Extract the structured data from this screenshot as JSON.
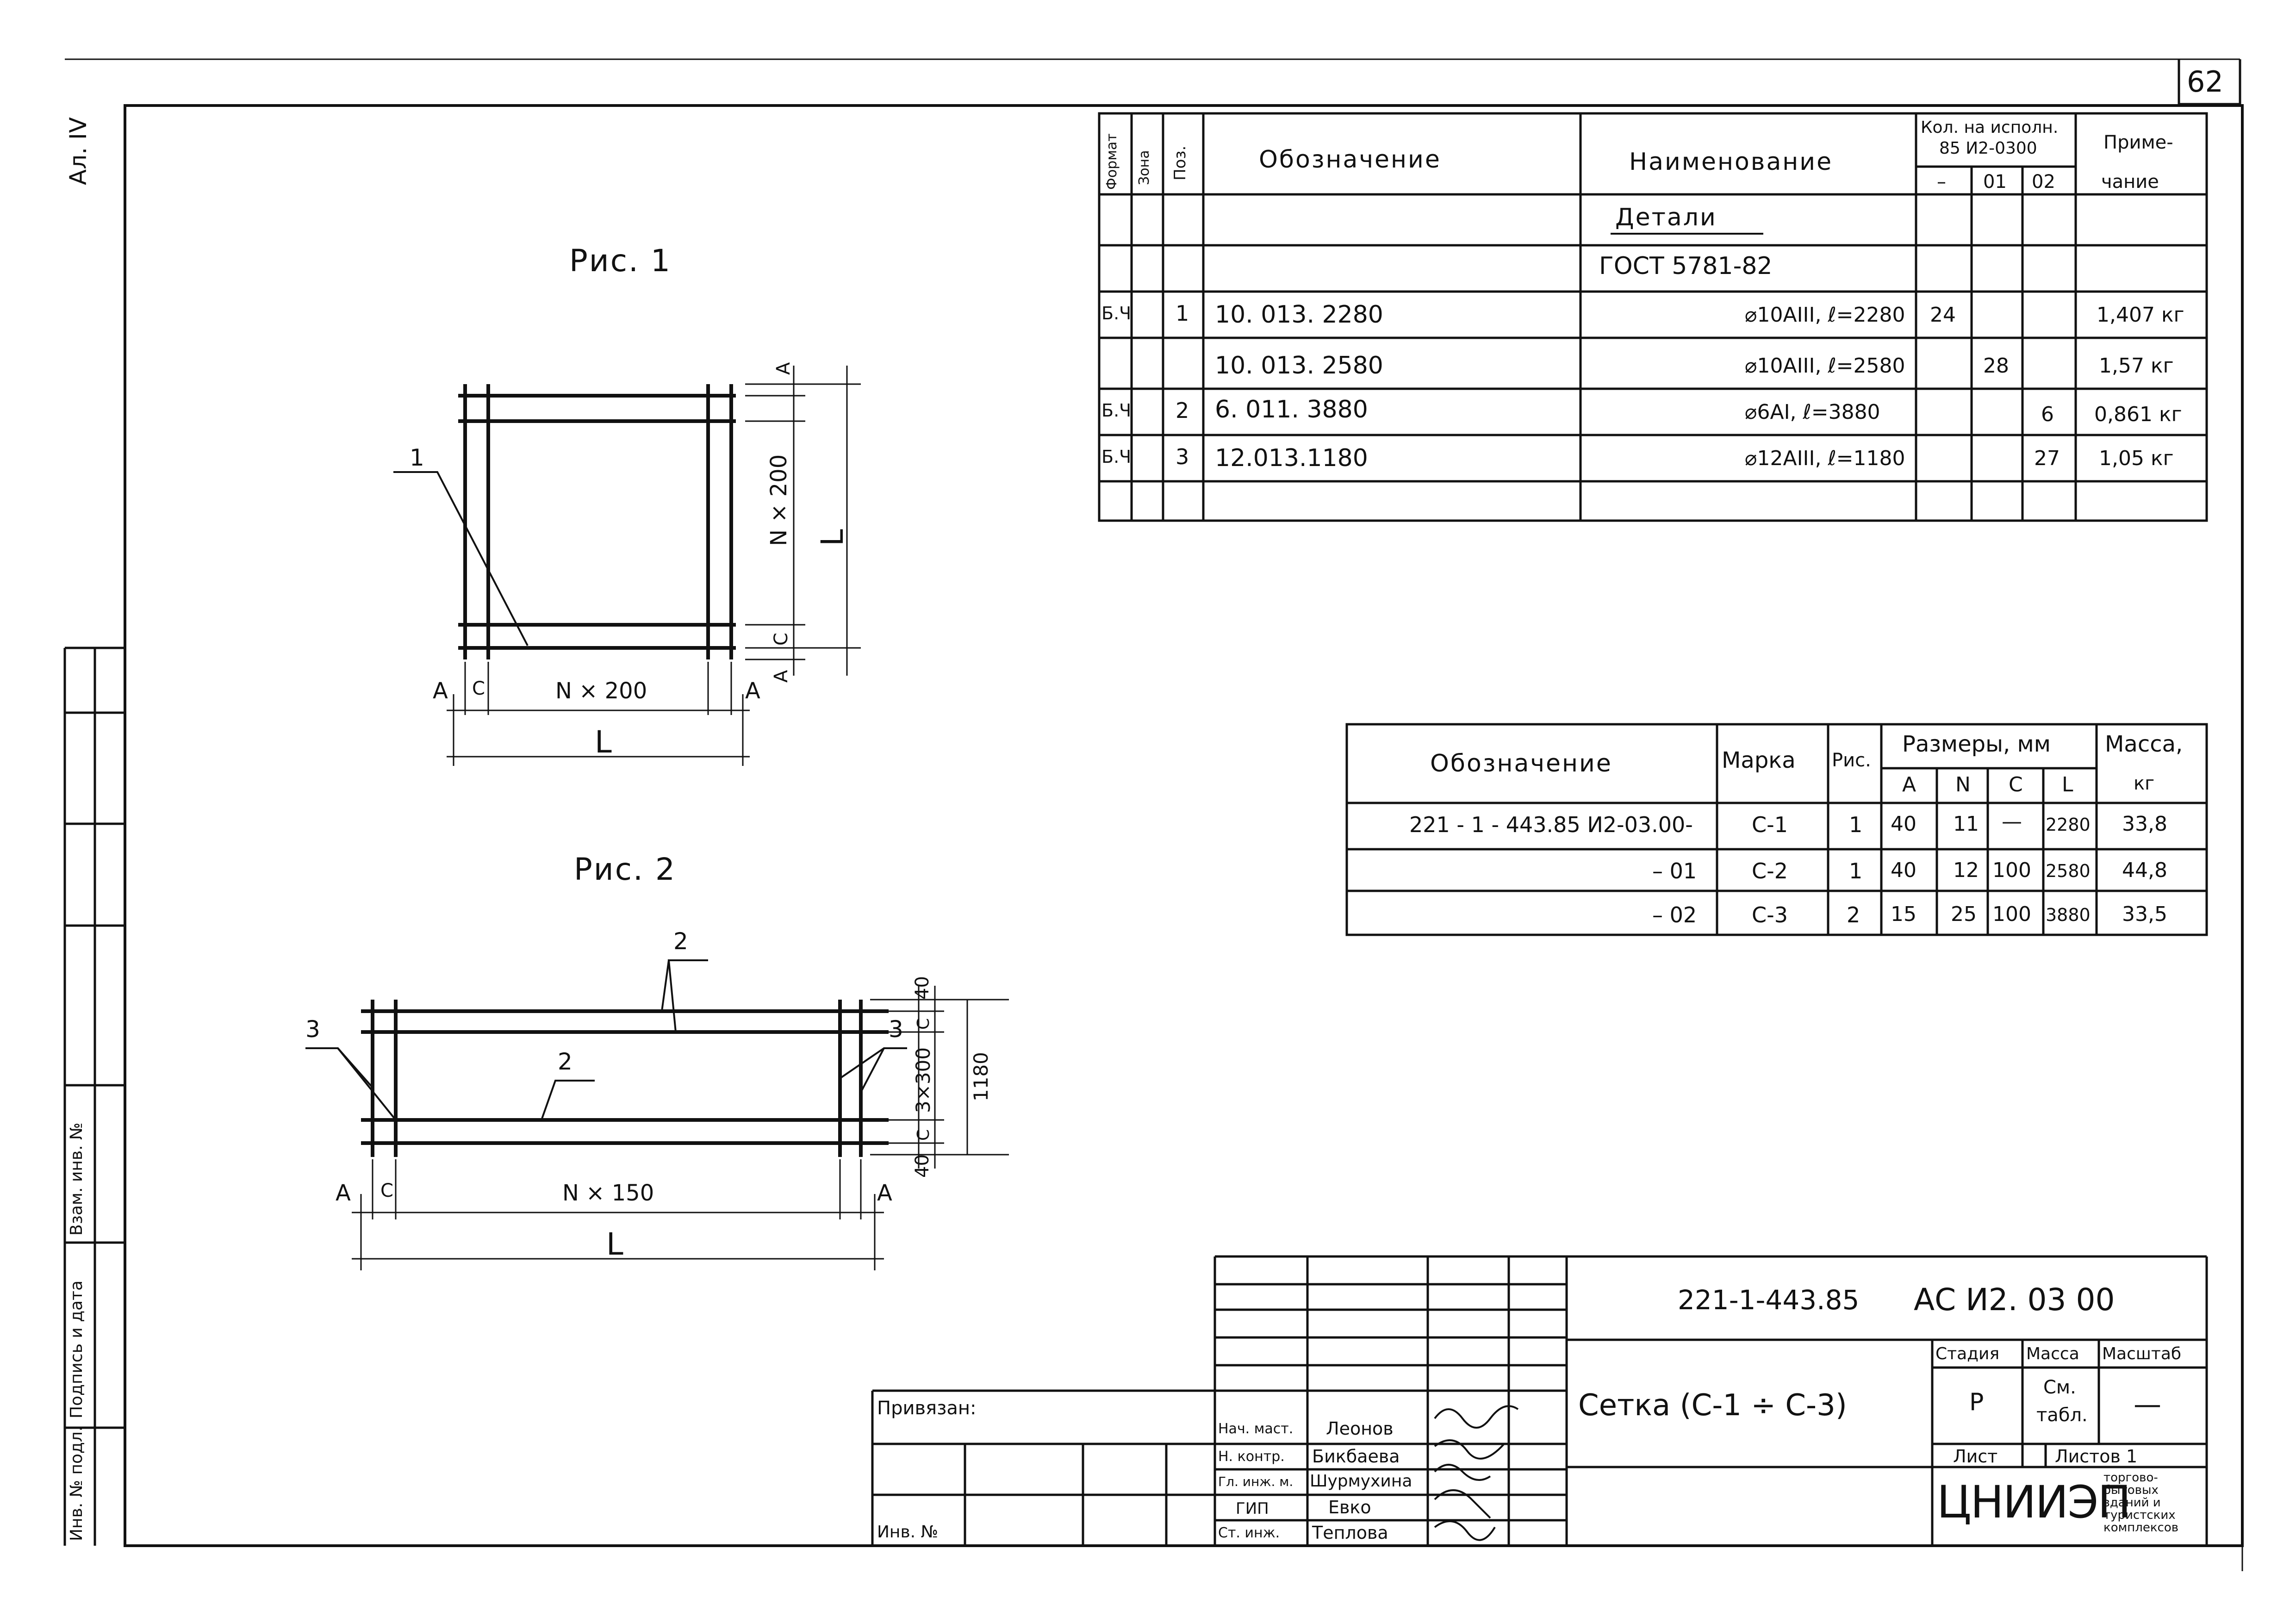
{
  "sheet": {
    "sheet_number": "62",
    "album_label": "Ал. IV"
  },
  "spec_table": {
    "headers": {
      "format": "Формат",
      "zone": "Зона",
      "pos": "Поз.",
      "designation": "Обозначение",
      "name": "Наименование",
      "qty_title_1": "Кол. на исполн.",
      "qty_title_2": "85 И2-0300",
      "qty_cols": [
        "–",
        "01",
        "02"
      ],
      "note_1": "Приме-",
      "note_2": "чание"
    },
    "section_title": "Детали",
    "standard": "ГОСТ 5781-82",
    "rows": [
      {
        "format": "Б.Ч",
        "pos": "1",
        "designation": "10. 013. 2280",
        "name": "⌀10АIII, ℓ=2280",
        "q0": "24",
        "q1": "",
        "q2": "",
        "note": "1,407 кг"
      },
      {
        "format": "",
        "pos": "",
        "designation": "10. 013. 2580",
        "name": "⌀10АIII, ℓ=2580",
        "q0": "",
        "q1": "28",
        "q2": "",
        "note": "1,57 кг"
      },
      {
        "format": "Б.Ч",
        "pos": "2",
        "designation": "6. 011. 3880",
        "name": "⌀6АI, ℓ=3880",
        "q0": "",
        "q1": "",
        "q2": "6",
        "note": "0,861 кг"
      },
      {
        "format": "Б.Ч",
        "pos": "3",
        "designation": "12.013.1180",
        "name": "⌀12АIII, ℓ=1180",
        "q0": "",
        "q1": "",
        "q2": "27",
        "note": "1,05 кг"
      }
    ]
  },
  "marks_table": {
    "headers": {
      "designation": "Обозначение",
      "mark": "Марка",
      "fig": "Рис.",
      "sizes": "Размеры, мм",
      "size_cols": [
        "А",
        "N",
        "С",
        "L"
      ],
      "mass_1": "Масса,",
      "mass_2": "кг"
    },
    "rows": [
      {
        "designation": "221 - 1 - 443.85 И2-03.00-",
        "mark": "С-1",
        "fig": "1",
        "A": "40",
        "N": "11",
        "C": "—",
        "L": "2280",
        "mass": "33,8"
      },
      {
        "designation": "– 01",
        "mark": "С-2",
        "fig": "1",
        "A": "40",
        "N": "12",
        "C": "100",
        "L": "2580",
        "mass": "44,8"
      },
      {
        "designation": "– 02",
        "mark": "С-3",
        "fig": "2",
        "A": "15",
        "N": "25",
        "C": "100",
        "L": "3880",
        "mass": "33,5"
      }
    ]
  },
  "figure1": {
    "title": "Рис. 1",
    "leader_label": "1",
    "dim_A": "А",
    "dim_C": "С",
    "dim_N": "N × 200",
    "dim_L": "L",
    "vdim_N": "N × 200",
    "vdim_C": "С",
    "vdim_A": "А",
    "vdim_L": "L"
  },
  "figure2": {
    "title": "Рис. 2",
    "label_2_top": "2",
    "label_2_mid": "2",
    "label_3_left": "3",
    "label_3_right": "3",
    "dim_A_left": "А",
    "dim_C": "С",
    "dim_N": "N × 150",
    "dim_A_right": "А",
    "dim_L": "L",
    "vdim_40_top": "40",
    "vdim_C_top": "С",
    "vdim_3x300": "3×300",
    "vdim_C_bot": "С",
    "vdim_40_bot": "40",
    "vdim_total": "1180"
  },
  "left_strip": {
    "inv_orig": "Инв. № подл.",
    "sign_date": "Подпись и дата",
    "replace_inv": "Взам. инв. №"
  },
  "title_block": {
    "doc_number": "221-1-443.85",
    "doc_code": "АС И2. 03 00",
    "title": "Сетка (С-1 ÷ С-3)",
    "stage_label": "Стадия",
    "mass_label": "Масса",
    "scale_label": "Масштаб",
    "stage": "Р",
    "mass_1": "См.",
    "mass_2": "табл.",
    "scale": "—",
    "sheet_label": "Лист",
    "sheets_label": "Листов 1",
    "org": "ЦНИИЭП",
    "org_desc": [
      "торгово-",
      "бытовых",
      "зданий и",
      "туристских",
      "комплексов"
    ],
    "privyazan": "Привязан:",
    "inv_no": "Инв. №",
    "roles": [
      {
        "role": "Нач. маст.",
        "name": "Леонов"
      },
      {
        "role": "Н. контр.",
        "name": "Бикбаева"
      },
      {
        "role": "Гл. инж. м.",
        "name": "Шурмухина"
      },
      {
        "role": "ГИП",
        "name": "Евко"
      },
      {
        "role": "Ст. инж.",
        "name": "Теплова"
      }
    ]
  }
}
